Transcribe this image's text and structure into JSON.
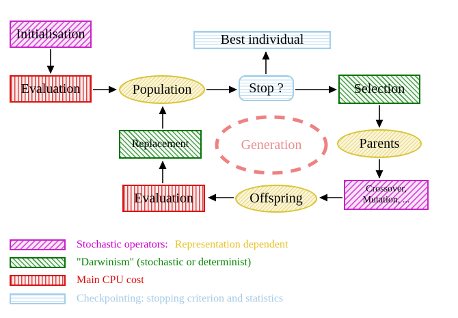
{
  "nodes": {
    "initialisation": "Initialisation",
    "evaluation_top": "Evaluation",
    "population": "Population",
    "best_individual": "Best individual",
    "stop": "Stop ?",
    "selection": "Selection",
    "replacement": "Replacement",
    "generation": "Generation",
    "parents": "Parents",
    "evaluation_bottom": "Evaluation",
    "offspring": "Offspring",
    "crossover_line1": "Crossover,",
    "crossover_line2": "Mutation, ..."
  },
  "legend": {
    "rows": [
      {
        "label": "Stochastic operators:",
        "label2": "Representation dependent"
      },
      {
        "label": "\"Darwinism\" (stochastic or determinist)",
        "label2": ""
      },
      {
        "label": "Main CPU cost",
        "label2": ""
      },
      {
        "label": "Checkpointing: stopping criterion and statistics",
        "label2": ""
      }
    ]
  },
  "colors": {
    "magenta_border": "#c823c8",
    "magenta_hatch": "#d94fd9",
    "green_border": "#067306",
    "green_hatch": "#4d9e4d",
    "red_border": "#d91414",
    "red_hatch": "#dd4444",
    "cyan_border": "#a5cfe9",
    "cyan_hatch": "#bfddf0",
    "yellow_border": "#d9c435",
    "yellow_hatch": "#e9d98e",
    "generation_dash": "#ef8181",
    "generation_text": "#e98f8f",
    "legend_stochastic_text": "#cc00cc",
    "legend_representation_text": "#e8c42c",
    "legend_darwinism_text": "#038403",
    "legend_cpu_text": "#dc0d0d",
    "legend_checkpointing_text": "#a5cbe6",
    "arrow": "#000000",
    "node_text": "#000000"
  }
}
